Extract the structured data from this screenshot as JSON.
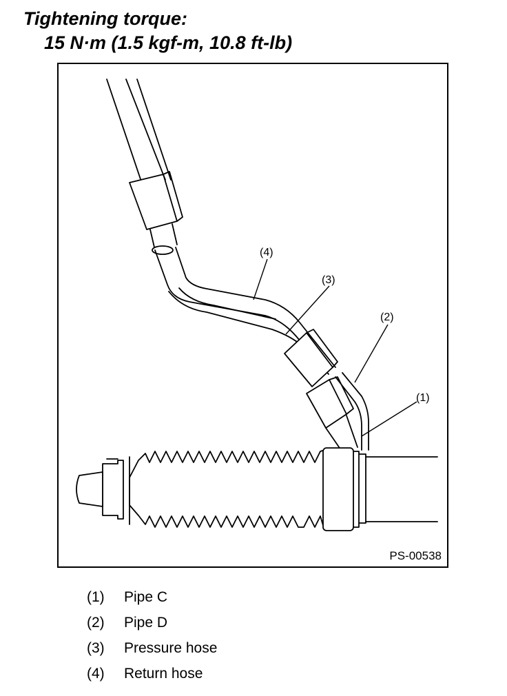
{
  "heading": {
    "line1": "Tightening torque:",
    "line2": "15 N·m (1.5 kgf-m, 10.8 ft-lb)"
  },
  "figure": {
    "code": "PS-00538",
    "callouts": [
      "(1)",
      "(2)",
      "(3)",
      "(4)"
    ]
  },
  "legend": [
    {
      "num": "(1)",
      "label": "Pipe C"
    },
    {
      "num": "(2)",
      "label": "Pipe D"
    },
    {
      "num": "(3)",
      "label": "Pressure hose"
    },
    {
      "num": "(4)",
      "label": "Return hose"
    }
  ]
}
